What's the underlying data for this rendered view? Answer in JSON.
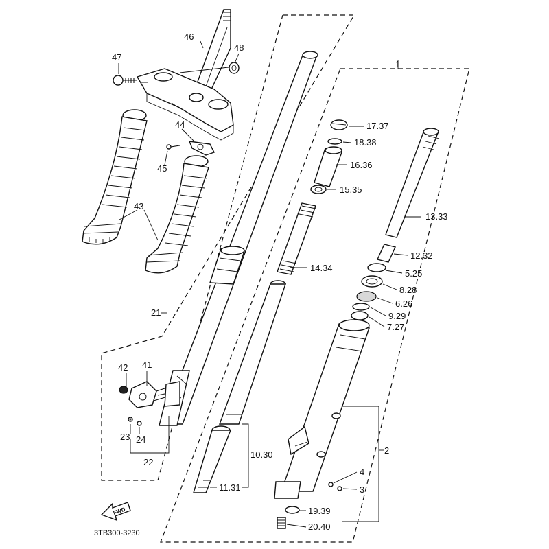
{
  "diagram": {
    "part_code": "3TB300-3230",
    "forward_label": "FWD",
    "labels": {
      "l1": "1",
      "l2": "2",
      "l3": "3",
      "l4": "4",
      "l5_25": "5.25",
      "l6_26": "6.26",
      "l7_27": "7.27",
      "l8_28": "8.28",
      "l9_29": "9.29",
      "l10_30": "10.30",
      "l11_31": "11.31",
      "l12_32": "12.32",
      "l13_33": "13.33",
      "l14_34": "14.34",
      "l15_35": "15.35",
      "l16_36": "16.36",
      "l17_37": "17.37",
      "l18_38": "18.38",
      "l19_39": "19.39",
      "l20_40": "20.40",
      "l21": "21",
      "l22": "22",
      "l23": "23",
      "l24": "24",
      "l41": "41",
      "l42": "42",
      "l43": "43",
      "l44": "44",
      "l45": "45",
      "l46": "46",
      "l47": "47",
      "l48": "48"
    }
  }
}
